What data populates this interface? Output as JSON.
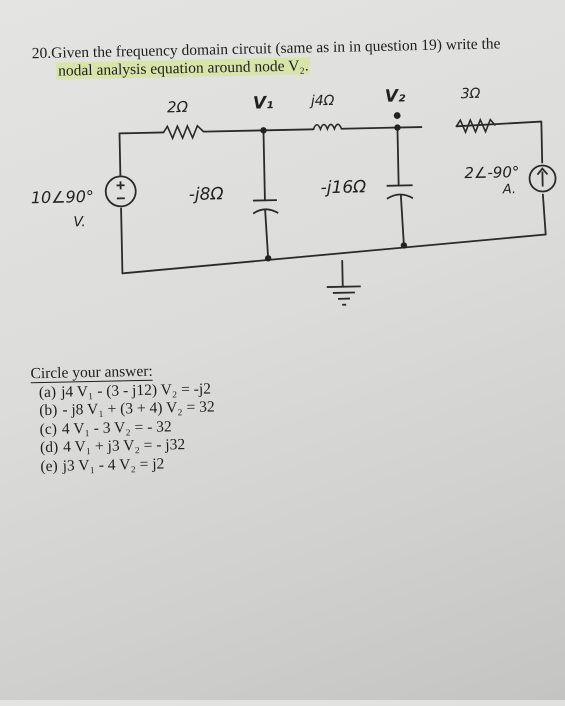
{
  "question": {
    "number": "20.",
    "line1": "Given the frequency domain circuit (same as in in question 19) write the",
    "line2": "nodal analysis equation around node V₂."
  },
  "circuit": {
    "labels": {
      "r1": "2Ω",
      "node1": "V₁",
      "inductor": "j4Ω",
      "node2": "V₂",
      "r2": "3Ω",
      "c1": "-j8Ω",
      "c2": "-j16Ω",
      "vsource": "10∠90°",
      "vsource_unit": "V.",
      "isource": "2∠-90°",
      "isource_unit": "A."
    }
  },
  "answers": {
    "heading": "Circle your answer:",
    "options": [
      {
        "letter": "(a)",
        "text": "j4 V₁ - (3 - j12) V₂ = -j2"
      },
      {
        "letter": "(b)",
        "text": "- j8 V₁ + (3 + 4) V₂ = 32"
      },
      {
        "letter": "(c)",
        "text": "4 V₁ - 3 V₂ = - 32"
      },
      {
        "letter": "(d)",
        "text": "4 V₁ + j3 V₂ = - j32"
      },
      {
        "letter": "(e)",
        "text": "j3 V₁ - 4 V₂ = j2"
      }
    ]
  }
}
